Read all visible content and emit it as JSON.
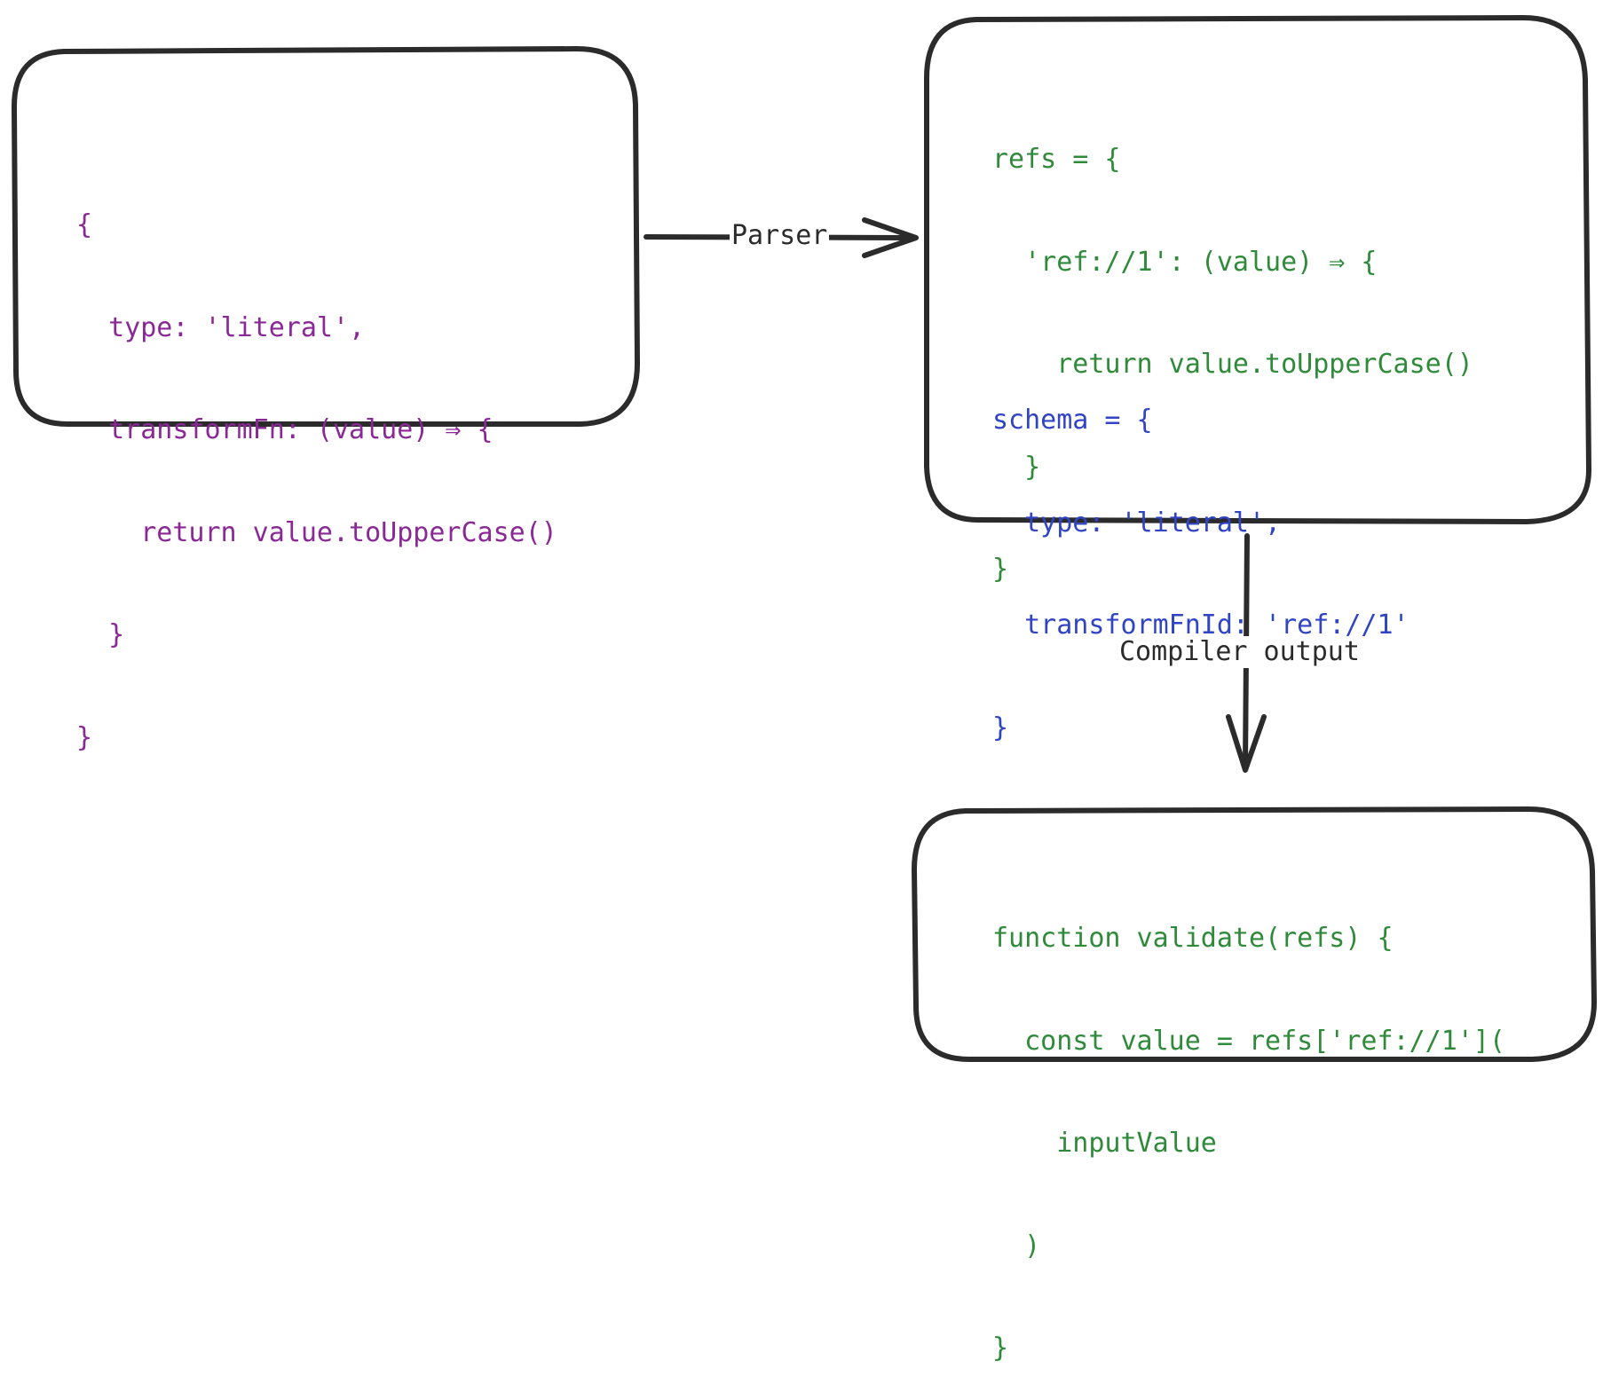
{
  "colors": {
    "outline": "#2b2b2b",
    "source_code": "#8a2896",
    "refs_code": "#2f8a3a",
    "schema_code": "#3044c4",
    "compiled_code": "#2f8a3a",
    "label_text": "#2b2b2b"
  },
  "source_box": {
    "lines": [
      "{",
      "  type: 'literal',",
      "  transformFn: (value) ⇒ {",
      "    return value.toUpperCase()",
      "  }",
      "}"
    ]
  },
  "parsed_box": {
    "refs_lines": [
      "refs = {",
      "  'ref://1': (value) ⇒ {",
      "    return value.toUpperCase()",
      "  }",
      "}"
    ],
    "schema_lines": [
      "schema = {",
      "  type: 'literal',",
      "  transformFnId: 'ref://1'",
      "}"
    ]
  },
  "compiled_box": {
    "lines": [
      "function validate(refs) {",
      "  const value = refs['ref://1'](",
      "    inputValue",
      "  )",
      "}"
    ]
  },
  "edges": {
    "parser_label": "Parser",
    "compiler_label": "Compiler output"
  }
}
